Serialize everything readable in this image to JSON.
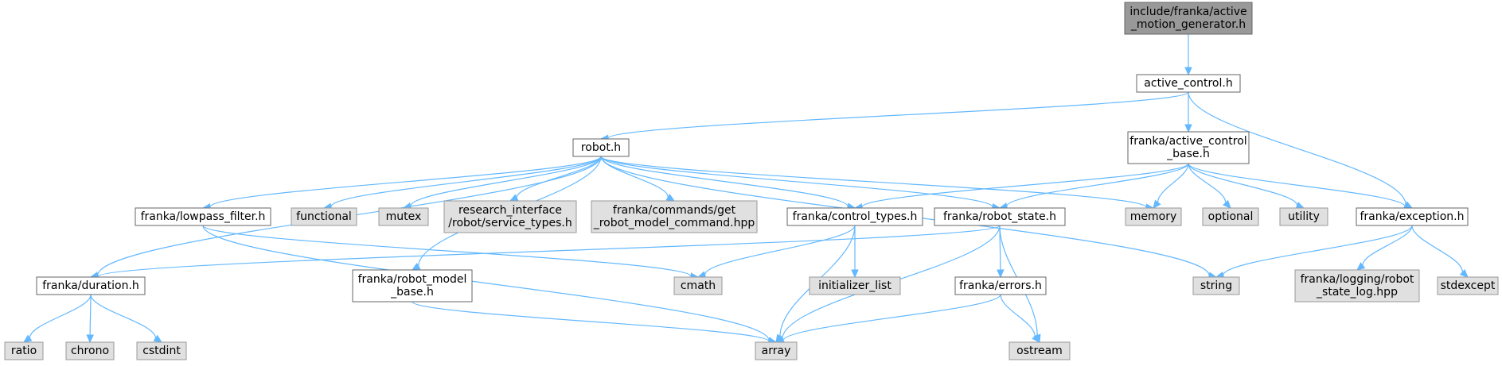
{
  "colors": {
    "edge": "#63b8ff",
    "root_fill": "#999999",
    "doc_fill": "#ffffff",
    "ext_fill": "#e0e0e0"
  },
  "nodes": [
    {
      "id": "root",
      "lines": [
        "include/franka/active",
        "_motion_generator.h"
      ],
      "kind": "root"
    },
    {
      "id": "active_control",
      "lines": [
        "active_control.h"
      ],
      "kind": "doc"
    },
    {
      "id": "robot",
      "lines": [
        "robot.h"
      ],
      "kind": "doc"
    },
    {
      "id": "acb",
      "lines": [
        "franka/active_control",
        "_base.h"
      ],
      "kind": "doc"
    },
    {
      "id": "lowpass",
      "lines": [
        "franka/lowpass_filter.h"
      ],
      "kind": "doc"
    },
    {
      "id": "functional",
      "lines": [
        "functional"
      ],
      "kind": "ext"
    },
    {
      "id": "mutex",
      "lines": [
        "mutex"
      ],
      "kind": "ext"
    },
    {
      "id": "research",
      "lines": [
        "research_interface",
        "/robot/service_types.h"
      ],
      "kind": "ext"
    },
    {
      "id": "commands",
      "lines": [
        "franka/commands/get",
        "_robot_model_command.hpp"
      ],
      "kind": "ext"
    },
    {
      "id": "control_types",
      "lines": [
        "franka/control_types.h"
      ],
      "kind": "doc"
    },
    {
      "id": "robot_state",
      "lines": [
        "franka/robot_state.h"
      ],
      "kind": "doc"
    },
    {
      "id": "memory",
      "lines": [
        "memory"
      ],
      "kind": "ext"
    },
    {
      "id": "optional",
      "lines": [
        "optional"
      ],
      "kind": "ext"
    },
    {
      "id": "utility",
      "lines": [
        "utility"
      ],
      "kind": "ext"
    },
    {
      "id": "exception",
      "lines": [
        "franka/exception.h"
      ],
      "kind": "doc"
    },
    {
      "id": "duration",
      "lines": [
        "franka/duration.h"
      ],
      "kind": "doc"
    },
    {
      "id": "robot_model",
      "lines": [
        "franka/robot_model",
        "_base.h"
      ],
      "kind": "doc"
    },
    {
      "id": "cmath",
      "lines": [
        "cmath"
      ],
      "kind": "ext"
    },
    {
      "id": "init_list",
      "lines": [
        "initializer_list"
      ],
      "kind": "ext"
    },
    {
      "id": "errors",
      "lines": [
        "franka/errors.h"
      ],
      "kind": "doc"
    },
    {
      "id": "string",
      "lines": [
        "string"
      ],
      "kind": "ext"
    },
    {
      "id": "logging",
      "lines": [
        "franka/logging/robot",
        "_state_log.hpp"
      ],
      "kind": "ext"
    },
    {
      "id": "stdexcept",
      "lines": [
        "stdexcept"
      ],
      "kind": "ext"
    },
    {
      "id": "ratio",
      "lines": [
        "ratio"
      ],
      "kind": "ext"
    },
    {
      "id": "chrono",
      "lines": [
        "chrono"
      ],
      "kind": "ext"
    },
    {
      "id": "cstdint",
      "lines": [
        "cstdint"
      ],
      "kind": "ext"
    },
    {
      "id": "array",
      "lines": [
        "array"
      ],
      "kind": "ext"
    },
    {
      "id": "ostream",
      "lines": [
        "ostream"
      ],
      "kind": "ext"
    }
  ],
  "edges": [
    [
      "root",
      "active_control"
    ],
    [
      "active_control",
      "robot"
    ],
    [
      "active_control",
      "acb"
    ],
    [
      "active_control",
      "exception"
    ],
    [
      "robot",
      "lowpass"
    ],
    [
      "robot",
      "functional"
    ],
    [
      "robot",
      "mutex"
    ],
    [
      "robot",
      "research"
    ],
    [
      "robot",
      "commands"
    ],
    [
      "robot",
      "control_types"
    ],
    [
      "robot",
      "robot_state"
    ],
    [
      "robot",
      "memory"
    ],
    [
      "robot",
      "string"
    ],
    [
      "robot",
      "duration"
    ],
    [
      "robot",
      "robot_model"
    ],
    [
      "acb",
      "control_types"
    ],
    [
      "acb",
      "robot_state"
    ],
    [
      "acb",
      "memory"
    ],
    [
      "acb",
      "optional"
    ],
    [
      "acb",
      "utility"
    ],
    [
      "acb",
      "exception"
    ],
    [
      "lowpass",
      "cmath"
    ],
    [
      "lowpass",
      "array"
    ],
    [
      "control_types",
      "cmath"
    ],
    [
      "control_types",
      "init_list"
    ],
    [
      "control_types",
      "array"
    ],
    [
      "robot_state",
      "duration"
    ],
    [
      "robot_state",
      "errors"
    ],
    [
      "robot_state",
      "array"
    ],
    [
      "robot_state",
      "ostream"
    ],
    [
      "exception",
      "string"
    ],
    [
      "exception",
      "logging"
    ],
    [
      "exception",
      "stdexcept"
    ],
    [
      "duration",
      "ratio"
    ],
    [
      "duration",
      "chrono"
    ],
    [
      "duration",
      "cstdint"
    ],
    [
      "robot_model",
      "array"
    ],
    [
      "errors",
      "array"
    ],
    [
      "errors",
      "ostream"
    ]
  ]
}
